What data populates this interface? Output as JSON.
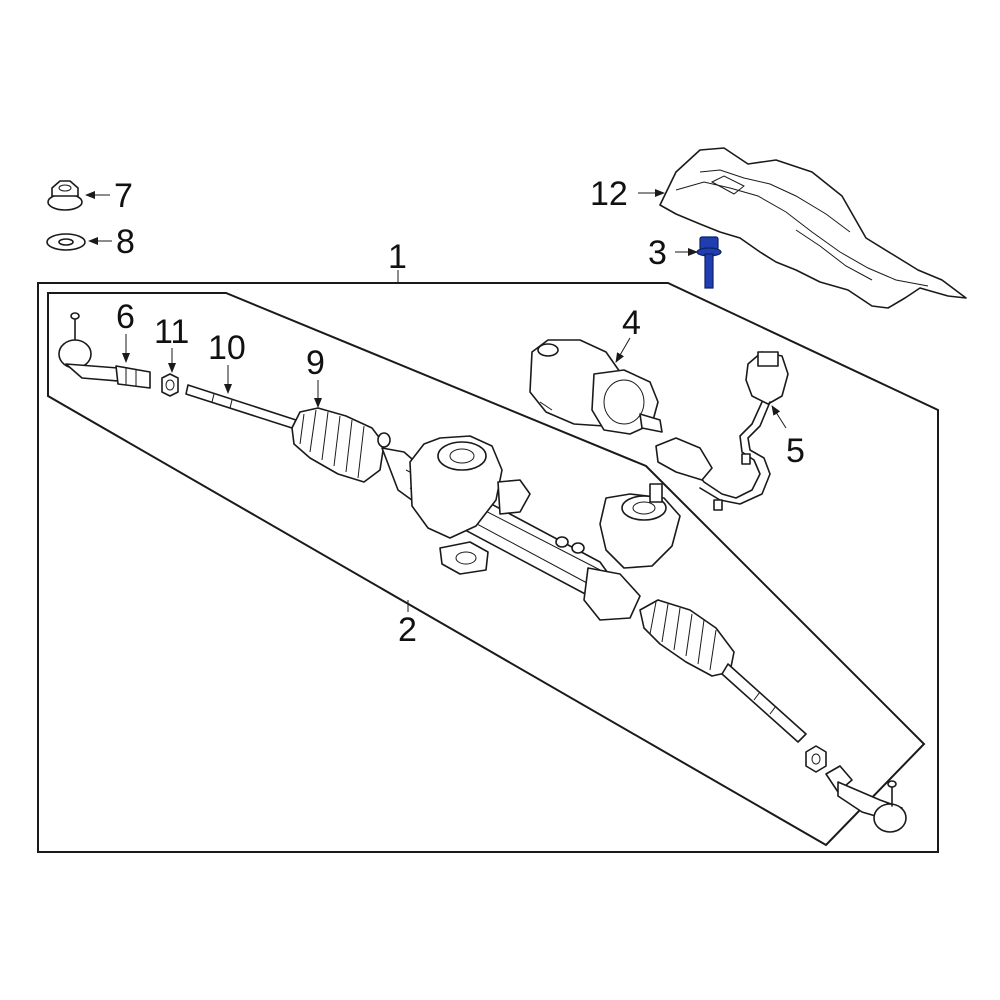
{
  "callouts": {
    "c1": "1",
    "c2": "2",
    "c3": "3",
    "c4": "4",
    "c5": "5",
    "c6": "6",
    "c7": "7",
    "c8": "8",
    "c9": "9",
    "c10": "10",
    "c11": "11",
    "c12": "12"
  },
  "colors": {
    "highlight_part": "#1f3fb0",
    "line_art": "#1a1a1a",
    "background": "#ffffff"
  }
}
